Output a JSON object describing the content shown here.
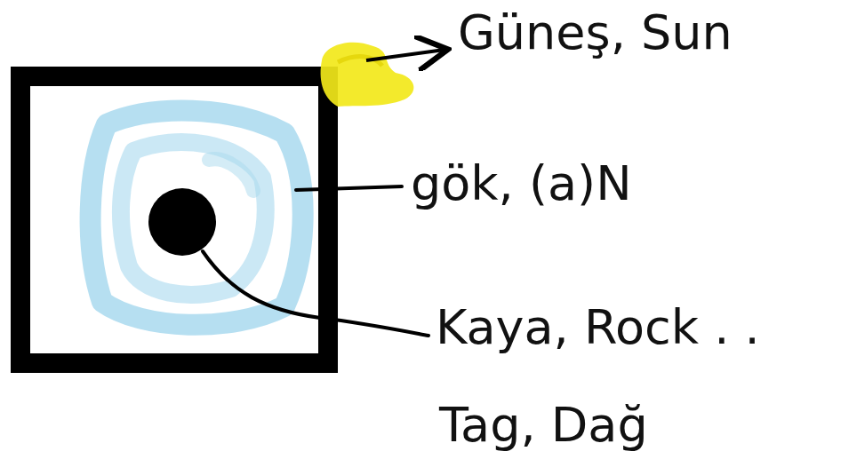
{
  "diagram": {
    "labels": [
      "Güneş, Sun",
      "gök, (a)N",
      "Kaya, Rock . .",
      "Tag, Dağ"
    ]
  }
}
